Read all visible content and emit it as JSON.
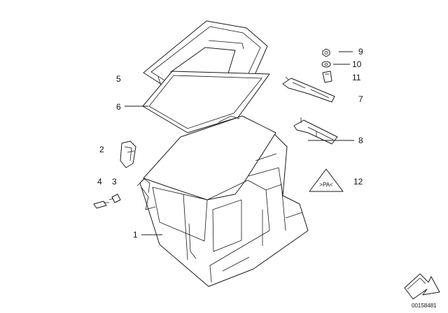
{
  "diagram": {
    "callouts": {
      "c1": "1",
      "c2": "2",
      "c3": "3",
      "c4": "4",
      "c5": "5",
      "c6": "6",
      "c7": "7",
      "c8": "8",
      "c9": "9",
      "c10": "10",
      "c11": "11",
      "c12": "12"
    },
    "code": "00158481",
    "warning_symbol": "recycle-triangle-icon",
    "direction_symbol": "arrow-icon",
    "colors": {
      "line": "#1a1a1a",
      "fill": "#ffffff"
    }
  }
}
